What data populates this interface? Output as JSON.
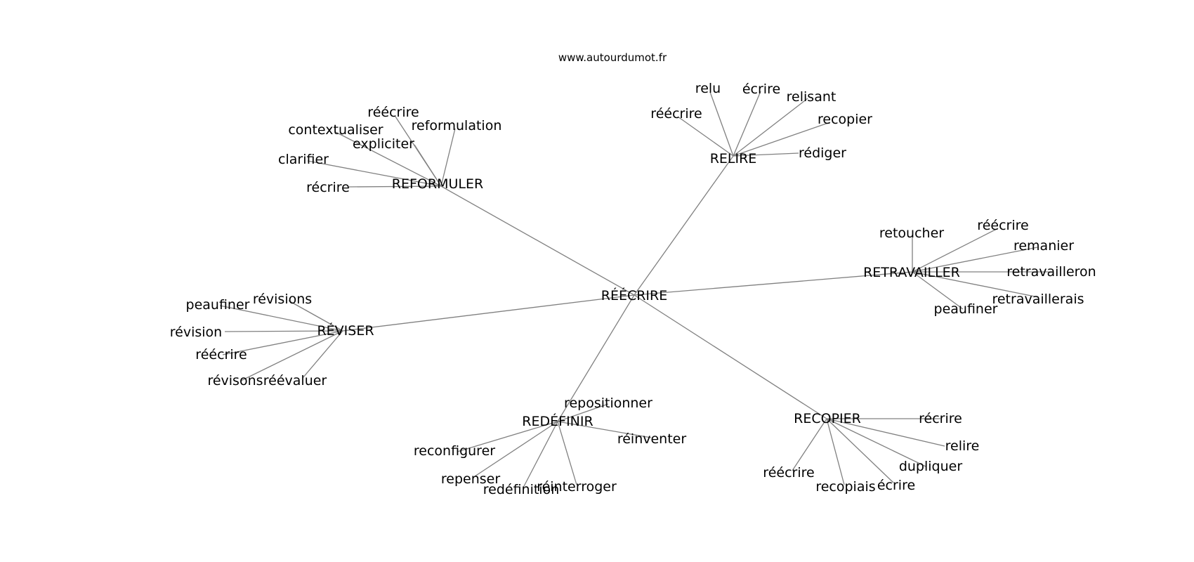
{
  "site": "www.autourdumot.fr",
  "graph": {
    "center": "RÉÉCRIRE",
    "groups": [
      {
        "hub": "REFORMULER",
        "leaves": [
          "réécrire",
          "reformulation",
          "contextualiser",
          "expliciter",
          "clarifier",
          "récrire"
        ]
      },
      {
        "hub": "RELIRE",
        "leaves": [
          "relu",
          "écrire",
          "relisant",
          "réécrire",
          "recopier",
          "rédiger"
        ]
      },
      {
        "hub": "RETRAVAILLER",
        "leaves": [
          "retoucher",
          "réécrire",
          "remanier",
          "retravailleron",
          "retravaillerais",
          "peaufiner"
        ]
      },
      {
        "hub": "RÉVISER",
        "leaves": [
          "révisions",
          "peaufiner",
          "révision",
          "réécrire",
          "révisons",
          "réévaluer"
        ]
      },
      {
        "hub": "REDÉFINIR",
        "leaves": [
          "repositionner",
          "réinventer",
          "reconfigurer",
          "repenser",
          "redéfinition",
          "réinterroger"
        ]
      },
      {
        "hub": "RECOPIER",
        "leaves": [
          "récrire",
          "relire",
          "dupliquer",
          "réécrire",
          "recopiais",
          "écrire"
        ]
      }
    ]
  }
}
